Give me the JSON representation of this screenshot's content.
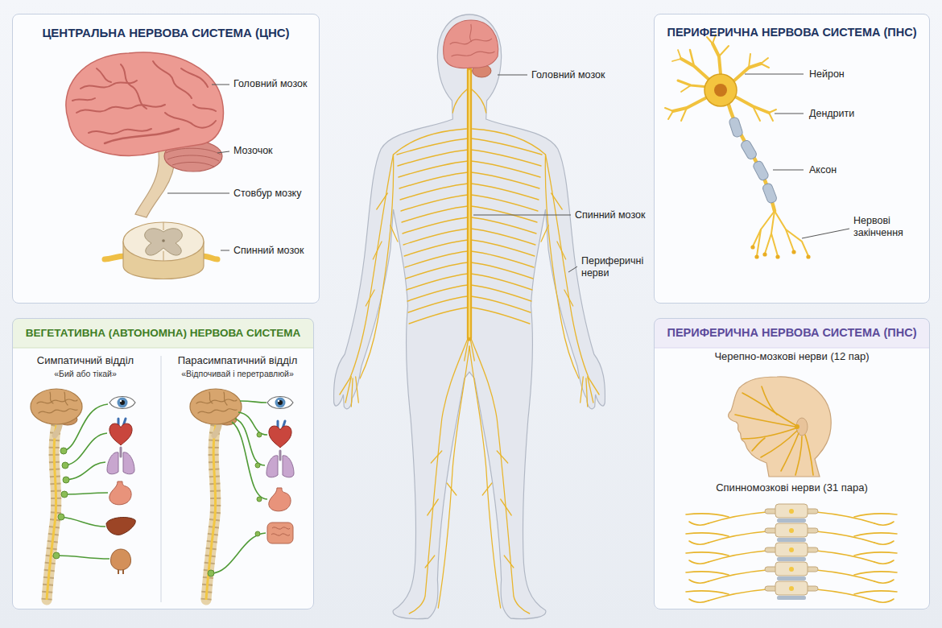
{
  "diagram": {
    "nodes": [
      {
        "text": [
          "ЦЕНТРАЛЬНА НЕРВОВА СИСТЕМА (ЦНС)"
        ]
      },
      {
        "text": [
          "ПЕРИФЕРИЧНА НЕРВОВА СИСТЕМА (ПНС)"
        ]
      },
      {
        "text": [
          "ВЕГЕТАТИВНА (АВТОНОМНА) НЕРВОВА СИСТЕМА"
        ]
      },
      {
        "text": [
          "ПЕРИФЕРИЧНА НЕРВОВА СИСТЕМА (ПНС)"
        ]
      }
    ],
    "labels": [
      "Головний мозок",
      "Мозочок",
      "Стовбур мозку",
      "Спинний мозок",
      "Головний мозок",
      "Спинний мозок",
      "Периферичні нерви",
      "Нейрон",
      "Дендрити",
      "Аксон",
      "Нервові закінчення",
      "Симпатичний відділ",
      "«Бий або тікай»",
      "Парасимпатичний відділ",
      "«Відпочивай і перетравлюй»",
      "Черепно-мозкові нерви (12 пар)",
      "Спинномозкові нерви (31 пара)"
    ]
  }
}
